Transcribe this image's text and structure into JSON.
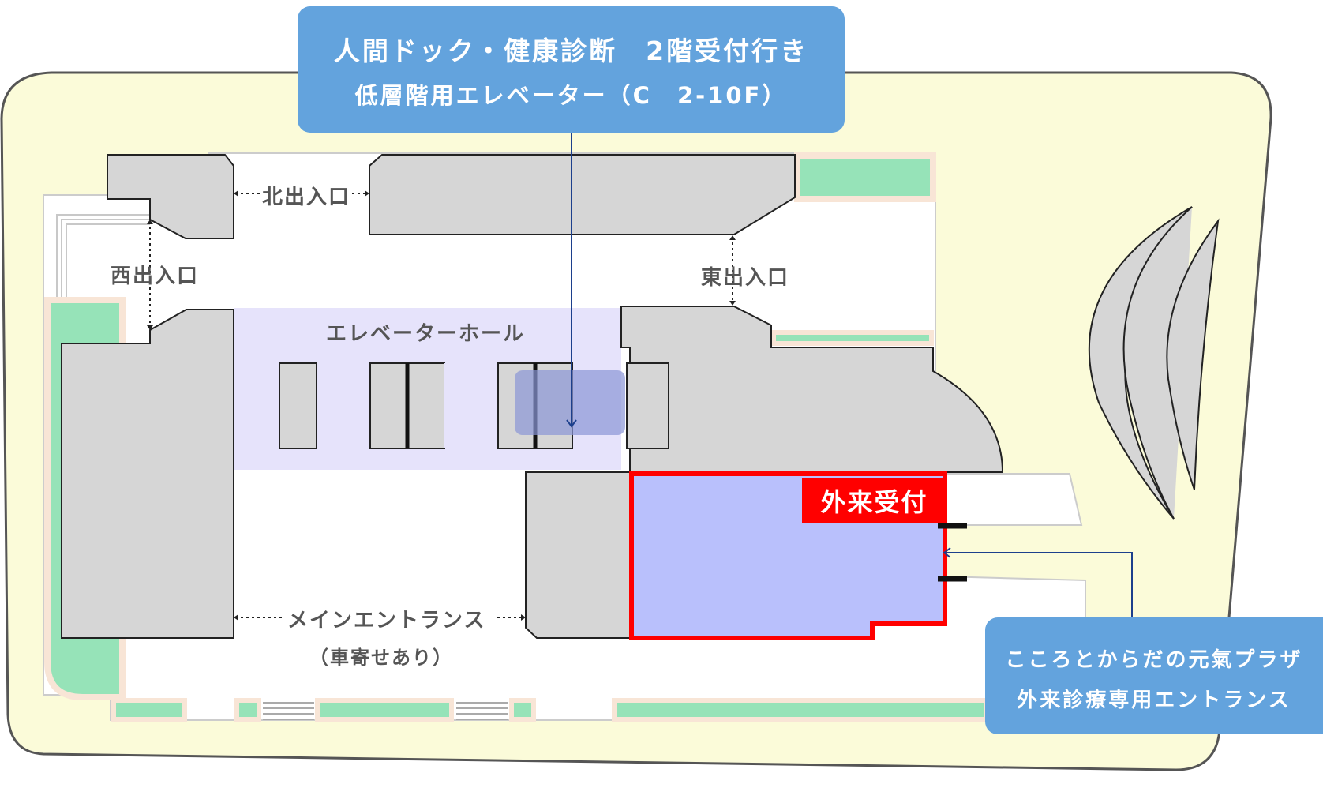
{
  "callouts": {
    "elevator_line1": "人間ドック・健康診断　2階受付行き",
    "elevator_line2": "低層階用エレベーター（C　2-10F）",
    "clinic_line1": "こころとからだの元氣プラザ",
    "clinic_line2": "外来診療専用エントランス"
  },
  "labels": {
    "north_entrance": "北出入口",
    "west_entrance": "西出入口",
    "east_entrance": "東出入口",
    "elevator_hall": "エレベーターホール",
    "main_entrance": "メインエントランス",
    "main_entrance_note": "（車寄せあり）",
    "outpatient_reception": "外来受付"
  },
  "colors": {
    "ground": "#fbfbd9",
    "building": "#d6d6d6",
    "greenery": "#96e3b8",
    "hall": "#e6e3fb",
    "reception_area": "#b9c0fc",
    "reception_border": "#ff0000",
    "callout": "#63a3dd",
    "leader_line": "#1c3f8c"
  }
}
